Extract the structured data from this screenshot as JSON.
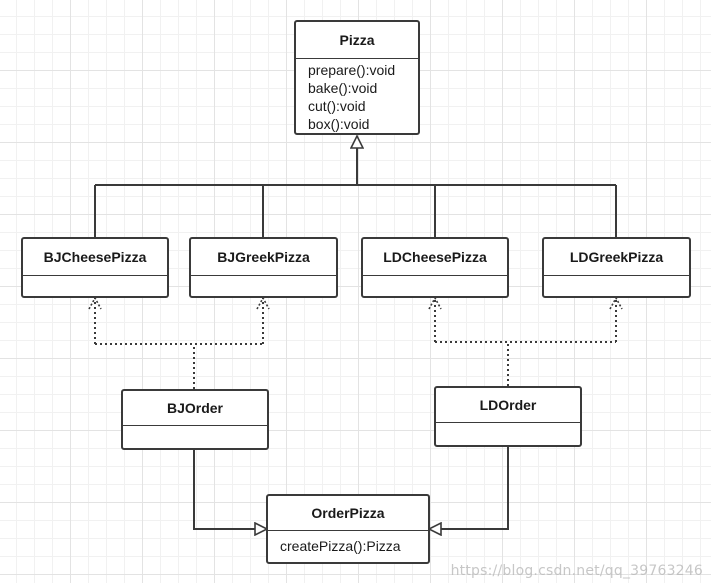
{
  "diagram": {
    "classes": {
      "pizza": {
        "name": "Pizza",
        "operations": [
          "prepare():void",
          "bake():void",
          "cut():void",
          "box():void"
        ]
      },
      "bj_cheese_pizza": {
        "name": "BJCheesePizza"
      },
      "bj_greek_pizza": {
        "name": "BJGreekPizza"
      },
      "ld_cheese_pizza": {
        "name": "LDCheesePizza"
      },
      "ld_greek_pizza": {
        "name": "LDGreekPizza"
      },
      "bj_order": {
        "name": "BJOrder"
      },
      "ld_order": {
        "name": "LDOrder"
      },
      "order_pizza": {
        "name": "OrderPizza",
        "operations": [
          "createPizza():Pizza"
        ]
      }
    },
    "relationships": [
      {
        "type": "generalization",
        "from": "BJCheesePizza",
        "to": "Pizza"
      },
      {
        "type": "generalization",
        "from": "BJGreekPizza",
        "to": "Pizza"
      },
      {
        "type": "generalization",
        "from": "LDCheesePizza",
        "to": "Pizza"
      },
      {
        "type": "generalization",
        "from": "LDGreekPizza",
        "to": "Pizza"
      },
      {
        "type": "dependency",
        "from": "BJOrder",
        "to": "BJCheesePizza"
      },
      {
        "type": "dependency",
        "from": "BJOrder",
        "to": "BJGreekPizza"
      },
      {
        "type": "dependency",
        "from": "LDOrder",
        "to": "LDCheesePizza"
      },
      {
        "type": "dependency",
        "from": "LDOrder",
        "to": "LDGreekPizza"
      },
      {
        "type": "generalization",
        "from": "BJOrder",
        "to": "OrderPizza"
      },
      {
        "type": "generalization",
        "from": "LDOrder",
        "to": "OrderPizza"
      }
    ],
    "colors": {
      "line": "#3a3a3a",
      "box_border": "#3a3a3a",
      "box_fill": "#ffffff",
      "grid": "#e3e3e3"
    }
  },
  "watermark": "https://blog.csdn.net/qq_39763246"
}
